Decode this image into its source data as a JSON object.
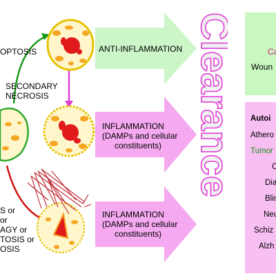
{
  "labels": {
    "apoptosis": "OPTOSIS",
    "secondary_necrosis_1": "SECONDARY",
    "secondary_necrosis_2": "NECROSIS",
    "anti_inflammation": "ANTI-INFLAMMATION",
    "inflammation_top_1": "INFLAMMATION",
    "inflammation_top_2": "(DAMPs and cellular",
    "inflammation_top_3": "constituents)",
    "inflammation_bot_1": "INFLAMMATION",
    "inflammation_bot_2": "(DAMPs and cellular",
    "inflammation_bot_3": "constituents)",
    "left_list": [
      "S or",
      "or",
      "AGY or",
      "TOSIS or",
      "OSIS"
    ],
    "clearance": "Clearance"
  },
  "right_top": {
    "line1": "Ca",
    "line2": "Woun"
  },
  "right_bottom": {
    "items": [
      {
        "text": "Autoi",
        "color": "#000000",
        "bold": true
      },
      {
        "text": "Athero",
        "color": "#000000",
        "bold": false
      },
      {
        "text": "Tumor",
        "color": "#1a8a1a",
        "bold": false
      },
      {
        "text": "C",
        "color": "#000000",
        "bold": false
      },
      {
        "text": "Dia",
        "color": "#000000",
        "bold": false
      },
      {
        "text": "Blin",
        "color": "#000000",
        "bold": false
      },
      {
        "text": "Neu",
        "color": "#000000",
        "bold": false
      },
      {
        "text": "Schiz",
        "color": "#000000",
        "bold": false
      },
      {
        "text": "Alzh",
        "color": "#000000",
        "bold": false
      }
    ]
  },
  "colors": {
    "green_arrow": "#ccf5c8",
    "pink_arrow": "#f5a9f0",
    "right_top_box": "#c9f7c0",
    "right_bottom_box": "#f8bff2",
    "clearance_fill": "#f0f0f0",
    "clearance_stroke": "#e040d8",
    "cell_outline_apoptotic": "#e6c200",
    "cell_fill": "#fff6cc",
    "green_arrow_line": "#1a9a1a",
    "pink_arrow_line": "#e040d8",
    "red_arrow_line": "#d01010"
  }
}
